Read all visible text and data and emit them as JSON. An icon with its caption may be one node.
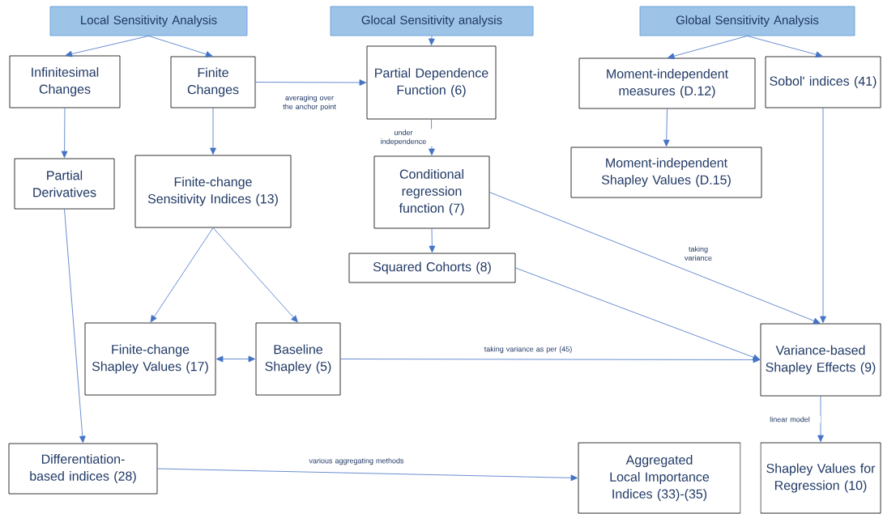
{
  "diagram": {
    "nodes": [
      {
        "text": [
          "Local Sensitivity Analysis"
        ]
      },
      {
        "text": [
          "Glocal Sensitivity analysis"
        ]
      },
      {
        "text": [
          "Global Sensitivity Analysis"
        ]
      },
      {
        "text": [
          "Infinitesimal Changes"
        ]
      },
      {
        "text": [
          "Finite Changes"
        ]
      },
      {
        "text": [
          "Partial Dependence Function (6)"
        ]
      },
      {
        "text": [
          "Moment-independent measures (D.12)"
        ]
      },
      {
        "text": [
          "Sobol' indices (41)"
        ]
      },
      {
        "text": [
          "Partial Derivatives"
        ]
      },
      {
        "text": [
          "Finite-change Sensitivity Indices (13)"
        ]
      },
      {
        "text": [
          "Conditional regression function (7)"
        ]
      },
      {
        "text": [
          "Moment-independent Shapley Values (D.15)"
        ]
      },
      {
        "text": [
          "Squared Cohorts (8)"
        ]
      },
      {
        "text": [
          "Finite-change Shapley Values (17)"
        ]
      },
      {
        "text": [
          "Baseline Shapley (5)"
        ]
      },
      {
        "text": [
          "Variance-based Shapley Effects (9)"
        ]
      },
      {
        "text": [
          "Differentiation-based indices (28)"
        ]
      },
      {
        "text": [
          "Aggregated Local Importance Indices (33)-(35)"
        ]
      },
      {
        "text": [
          "Shapley Values for Regression (10)"
        ]
      }
    ],
    "edges": [
      {
        "from": 0,
        "to": 3,
        "arrow": "to"
      },
      {
        "from": 0,
        "to": 4,
        "arrow": "to"
      },
      {
        "from": 1,
        "to": 5,
        "arrow": "to"
      },
      {
        "from": 2,
        "to": 6,
        "arrow": "to"
      },
      {
        "from": 2,
        "to": 7,
        "arrow": "to"
      },
      {
        "from": 3,
        "to": 8,
        "arrow": "to"
      },
      {
        "from": 4,
        "to": 9,
        "arrow": "to"
      },
      {
        "from": 4,
        "to": 5,
        "arrow": "to",
        "label": "averaging over the anchor point"
      },
      {
        "from": 5,
        "to": 10,
        "arrow": "to",
        "label": "under independence"
      },
      {
        "from": 6,
        "to": 11,
        "arrow": "to"
      },
      {
        "from": 10,
        "to": 12,
        "arrow": "to"
      },
      {
        "from": 10,
        "to": 15,
        "arrow": "to",
        "label": "taking variance"
      },
      {
        "from": 12,
        "to": 15,
        "arrow": "to"
      },
      {
        "from": 9,
        "to": 13,
        "arrow": "to"
      },
      {
        "from": 9,
        "to": 14,
        "arrow": "to"
      },
      {
        "from": 13,
        "to": 14,
        "arrow": "both"
      },
      {
        "from": 14,
        "to": 15,
        "arrow": "to",
        "label": "taking variance as per (45)"
      },
      {
        "from": 7,
        "to": 15,
        "arrow": "to"
      },
      {
        "from": 8,
        "to": 16,
        "arrow": "to"
      },
      {
        "from": 16,
        "to": 17,
        "arrow": "to",
        "label": "various aggregating methods"
      },
      {
        "from": 15,
        "to": 18,
        "arrow": "to",
        "label": "linear model"
      }
    ]
  }
}
